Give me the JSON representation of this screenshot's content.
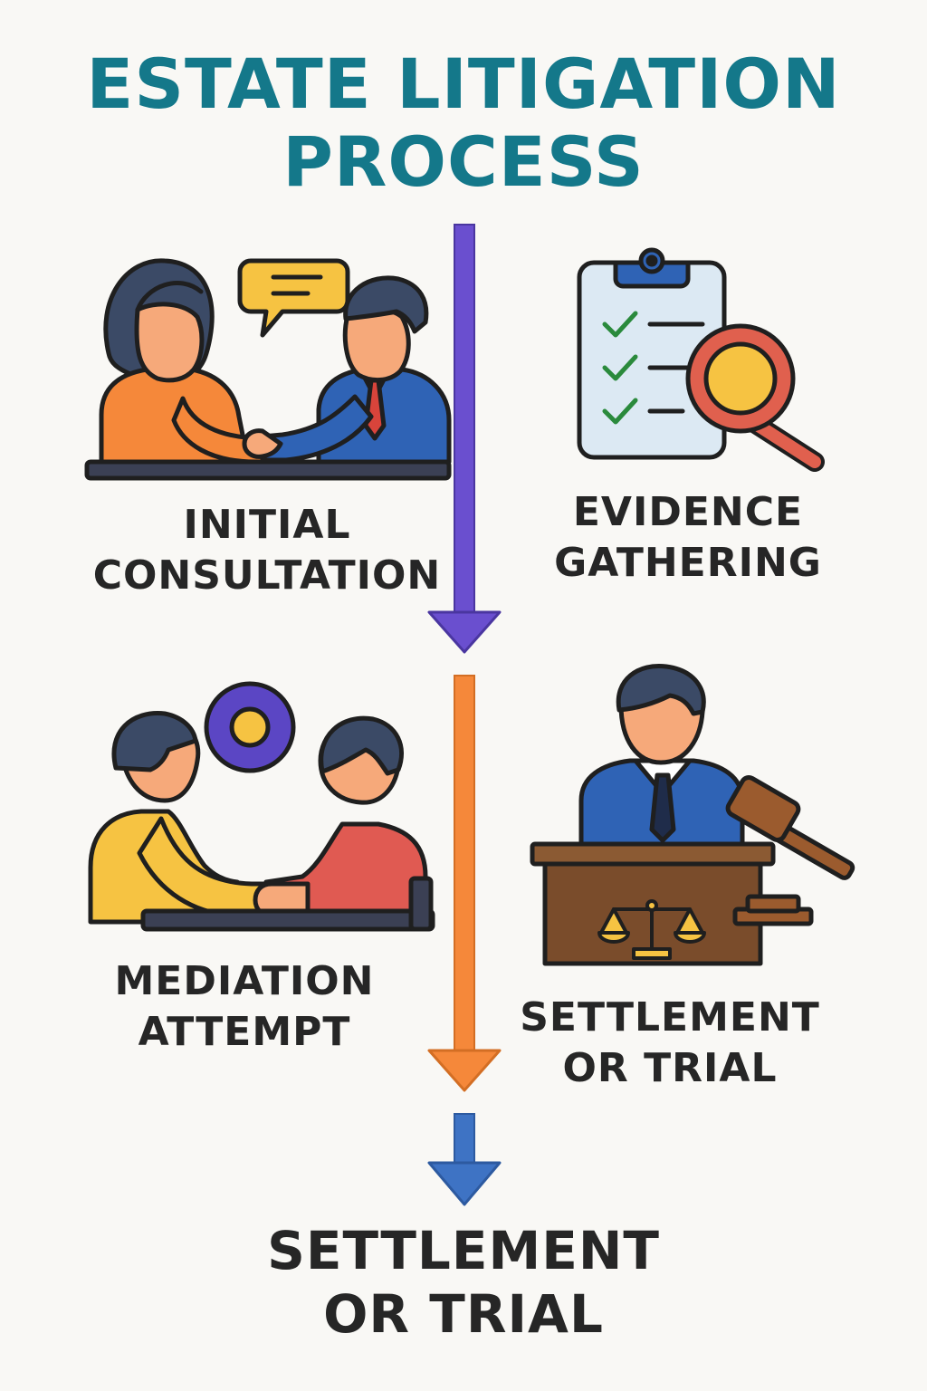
{
  "title": {
    "line1": "ESTATE LITIGATION",
    "line2": "PROCESS"
  },
  "steps": [
    {
      "line1": "INITIAL",
      "line2": "CONSULTATION",
      "icon": "consultation-icon"
    },
    {
      "line1": "EVIDENCE",
      "line2": "GATHERING",
      "icon": "clipboard-magnifier-icon"
    },
    {
      "line1": "MEDIATION",
      "line2": "ATTEMPT",
      "icon": "mediation-icon"
    },
    {
      "line1": "SETTLEMENT",
      "line2": "OR TRIAL",
      "icon": "judge-gavel-icon"
    }
  ],
  "final": {
    "line1": "SETTLEMENT",
    "line2": "OR TRIAL"
  },
  "colors": {
    "title": "#14788a",
    "arrow1": "#6a4fcf",
    "arrow2": "#f5883a",
    "arrow3": "#3e73c4",
    "text": "#262626"
  }
}
